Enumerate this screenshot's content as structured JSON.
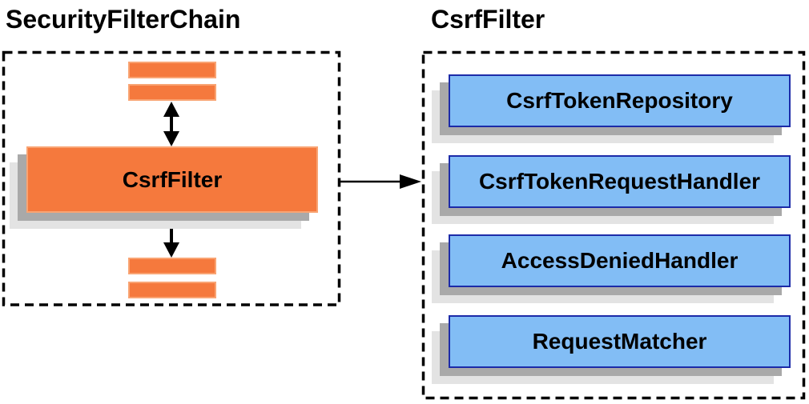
{
  "left_panel": {
    "title": "SecurityFilterChain",
    "filter_label": "CsrfFilter"
  },
  "right_panel": {
    "title": "CsrfFilter",
    "components": [
      "CsrfTokenRepository",
      "CsrfTokenRequestHandler",
      "AccessDeniedHandler",
      "RequestMatcher"
    ]
  },
  "colors": {
    "background": "#ffffff",
    "orange_fill": "#f5793d",
    "orange_border": "#f9a473",
    "blue_fill": "#82bdf5",
    "blue_border": "#1c2ba8",
    "shadow_dark": "#a9a9a9",
    "shadow_light": "#e3e3e3",
    "line": "#000000",
    "text": "#000000"
  }
}
